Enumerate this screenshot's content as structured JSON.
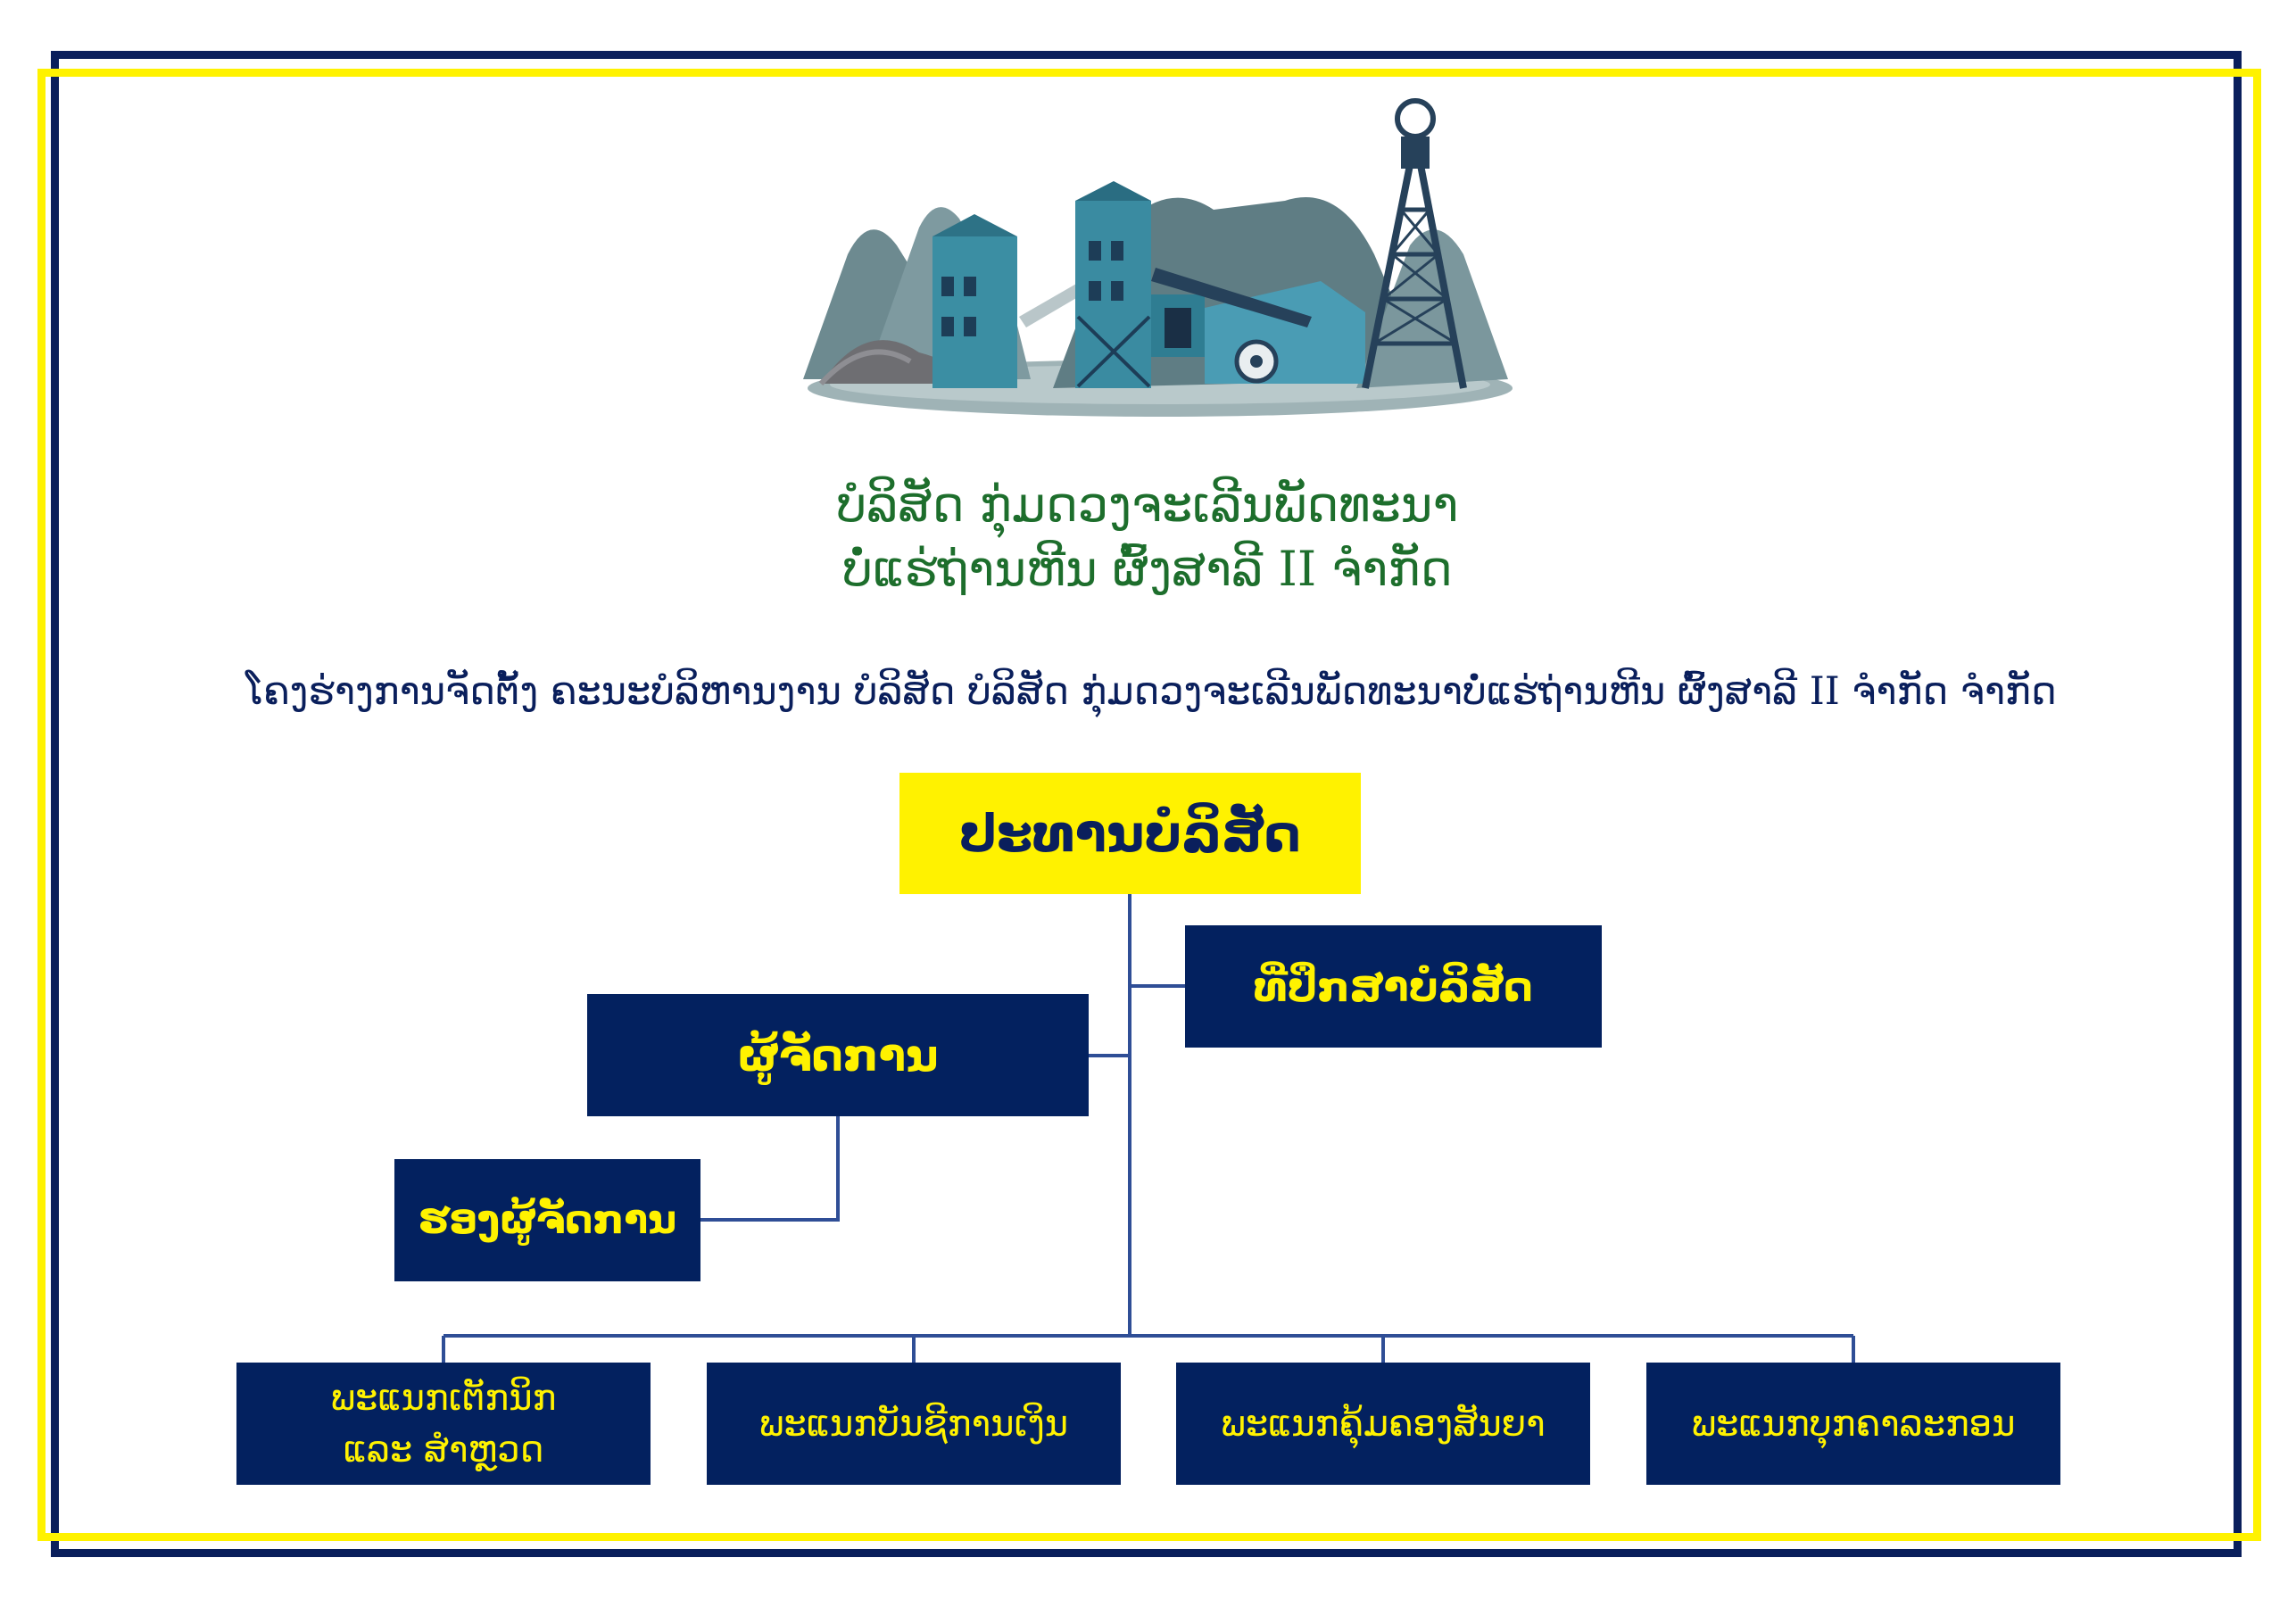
{
  "company_name": {
    "line1": "ບໍລິສັດ ກຸ່ມດວງຈະເລີນພັດທະນາ",
    "line2": "ບໍ່ແຮ່ຖ່ານຫີນ ຜົ້ງສາລີ II ຈຳກັດ"
  },
  "diagram_title": "ໂຄງຮ່າງການຈັດຕັ້ງ ຄະນະບໍລິຫານງານ  ບໍລິສັດ ບໍລິສັດ ກຸ່ມດວງຈະເລີນພັດທະນາບໍ່ແຮ່ຖ່ານຫີນ ຜົ້ງສາລີ II ຈຳກັດ ຈຳກັດ",
  "org_chart": {
    "chairman": "ປະທານບໍລິສັດ",
    "advisor": "ທີ່ປຶກສາບໍລິສັດ",
    "manager": "ຜູ້ຈັດການ",
    "deputy_manager": "ຮອງຜູ້ຈັດການ",
    "departments": [
      {
        "line1": "ພະແນກເຕັກນິກ",
        "line2": "ແລະ ສຳຫຼວດ"
      },
      {
        "line1": "ພະແນກບັນຊີການເງິນ"
      },
      {
        "line1": "ພະແນກຄຸ້ມຄອງສັນຍາ"
      },
      {
        "line1": "ພະແນກບຸກຄາລະກອນ"
      }
    ]
  },
  "colors": {
    "navy": "#03215f",
    "yellow": "#fff200",
    "title_green": "#1d6e2c",
    "connector_blue": "#2f4e96"
  },
  "illustration": "mining-site-illustration"
}
